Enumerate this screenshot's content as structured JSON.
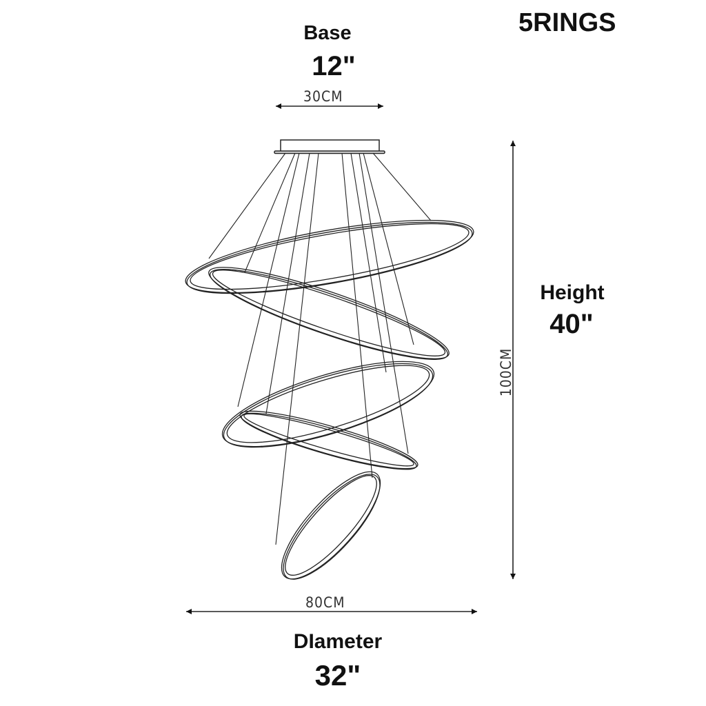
{
  "title": "5RINGS",
  "dimensions": {
    "base": {
      "label": "Base",
      "inches": "12\"",
      "metric": "30CM"
    },
    "height": {
      "label": "Height",
      "inches": "40\"",
      "metric": "100CM"
    },
    "diameter": {
      "label": "DIameter",
      "inches": "32\"",
      "metric": "80CM"
    }
  },
  "drawing": {
    "subject": "5-ring suspended LED chandelier line drawing",
    "ring_count": 5,
    "line_color": "#222222",
    "background": "#ffffff"
  }
}
